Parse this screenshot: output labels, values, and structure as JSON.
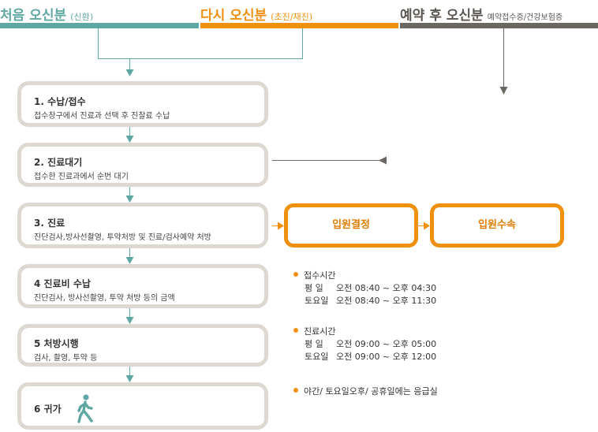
{
  "header": {
    "first": {
      "title": "처음 오신분",
      "sub": "(신환)",
      "color": "#5fa7a3"
    },
    "return": {
      "title": "다시 오신분",
      "sub": "(초진/재진)",
      "color": "#f0900f"
    },
    "reserved": {
      "title": "예약 후 오신분",
      "sub": "예약접수증/건강보험증",
      "color": "#6b6762"
    }
  },
  "steps": [
    {
      "title": "1. 수납/접수",
      "desc": "접수창구에서 진료과 선택 후 진찰료 수납"
    },
    {
      "title": "2. 진료대기",
      "desc": "접수한 진료과에서 순번 대기"
    },
    {
      "title": "3. 진료",
      "desc": "진단검사,방사선촬영, 투약처방 및 진료/검사예약 처방"
    },
    {
      "title": "4 진료비 수납",
      "desc": "진단검사, 방사선촬영, 투약 처방 등의 금액"
    },
    {
      "title": "5 처방시행",
      "desc": "검사, 촬영, 투약 등"
    },
    {
      "title": "6 귀가",
      "desc": ""
    }
  ],
  "admission": {
    "decision": "입원결정",
    "procedure": "입원수속"
  },
  "hours": {
    "reception": {
      "label": "접수시간",
      "weekday": {
        "day": "평 일",
        "time": "오전 08:40 ~ 오후 04:30"
      },
      "saturday": {
        "day": "토요일",
        "time": "오전 08:40 ~ 오후 11:30"
      }
    },
    "clinic": {
      "label": "진료시간",
      "weekday": {
        "day": "평 일",
        "time": "오전 09:00 ~ 오후 05:00"
      },
      "saturday": {
        "day": "토요일",
        "time": "오전 09:00 ~ 오후 12:00"
      }
    },
    "emergency_note": "야간/ 토요일오후/ 공휴일에는 응급실"
  },
  "icons": {
    "walk": "walking-person-icon"
  },
  "colors": {
    "teal": "#5fa7a3",
    "orange": "#f0900f",
    "gray": "#6b6762",
    "box_border": "#ddd8d1"
  }
}
